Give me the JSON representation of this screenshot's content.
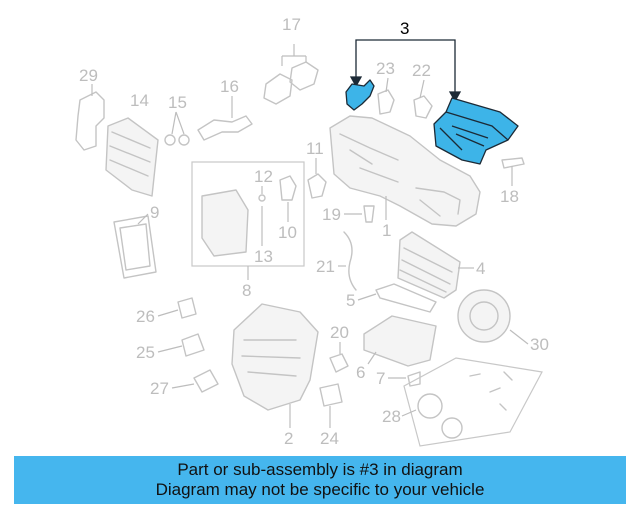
{
  "highlight": {
    "part_number": "3",
    "color": "#3db4e8"
  },
  "callouts": [
    "1",
    "2",
    "3",
    "4",
    "5",
    "6",
    "7",
    "8",
    "9",
    "10",
    "11",
    "12",
    "13",
    "14",
    "15",
    "16",
    "17",
    "18",
    "19",
    "20",
    "21",
    "22",
    "23",
    "24",
    "25",
    "26",
    "27",
    "28",
    "29",
    "30"
  ],
  "banner": {
    "line1": "Part or sub-assembly is #3 in diagram",
    "line2": "Diagram may not be specific to your vehicle",
    "background": "#45b6ee"
  }
}
